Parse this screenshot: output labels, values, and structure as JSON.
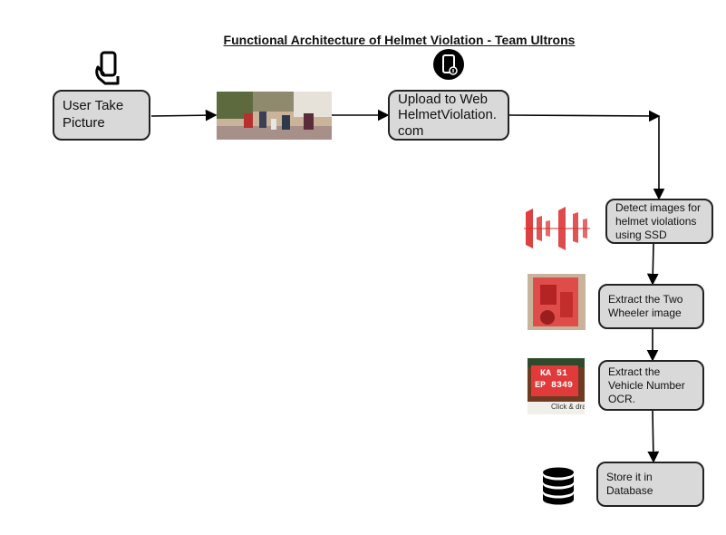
{
  "title": "Functional Architecture of Helmet Violation - Team Ultrons",
  "nodes": {
    "user": "User Take\nPicture",
    "upload": "Upload to Web\nHelmetViolation.\ncom",
    "detect": "Detect images for\nhelmet violations\nusing SSD",
    "extract_vehicle": "Extract the Two\nWheeler image",
    "extract_number": "Extract the\nVehicle Number\nOCR.",
    "store": "Store it in\nDatabase"
  },
  "images": {
    "plate_text_1": "KA 51",
    "plate_text_2": "EP 8349",
    "overlay_caption": "Click & drag"
  },
  "icons": [
    "hand-phone-icon",
    "mobile-upload-icon",
    "database-icon"
  ],
  "colors": {
    "box_fill": "#d9d9d9",
    "border": "#222222",
    "detection_red": "#d92b2b"
  }
}
